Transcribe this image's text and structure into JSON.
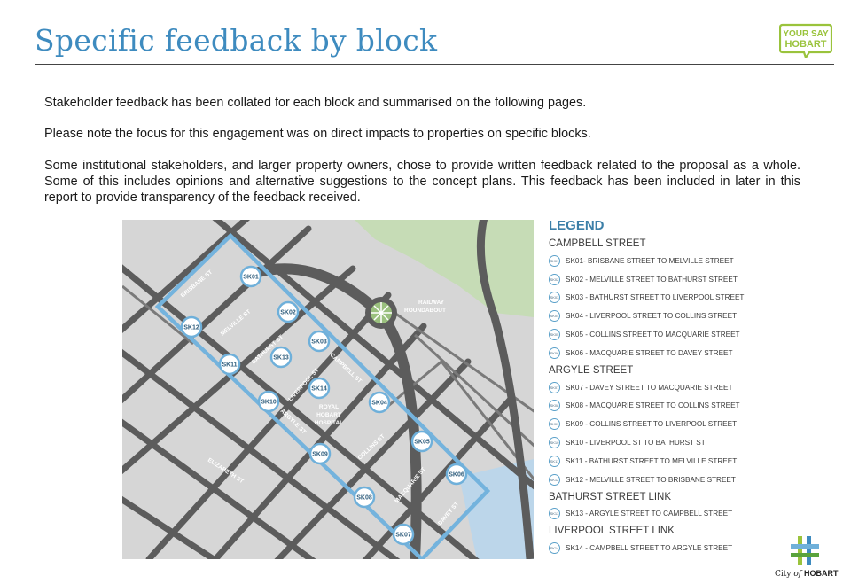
{
  "header": {
    "title": "Specific feedback by block",
    "logo_text_line1": "YOUR SAY",
    "logo_text_line2": "HOBART"
  },
  "body": {
    "paragraph1": "Stakeholder feedback has been collated for each block and summarised on the following pages.",
    "paragraph2": "Please note the focus for this engagement was on direct impacts to properties on specific blocks.",
    "paragraph3": "Some institutional stakeholders, and larger property owners, chose to provide written feedback related to the proposal as a whole. Some of this includes opinions and alternative suggestions to the concept plans. This feedback has been included in later in this report to provide transparency of the feedback received."
  },
  "map": {
    "labels": {
      "railway": "RAILWAY",
      "roundabout": "ROUNDABOUT",
      "royal": "ROYAL",
      "hobart": "HOBART",
      "hospital": "HOSPITAL",
      "brisbane": "BRISBANE ST",
      "melville": "MELVILLE ST",
      "bathurst": "BATHURST ST",
      "liverpool": "LIVERPOOL ST",
      "campbell": "CAMPBELL ST",
      "argyle": "ARGYLE ST",
      "collins": "COLLINS ST",
      "macquarie": "MACQUARIE ST",
      "davey": "DAVEY ST",
      "elizabeth": "ELIZABETH ST"
    },
    "markers": [
      "SK01",
      "SK02",
      "SK03",
      "SK04",
      "SK05",
      "SK06",
      "SK07",
      "SK08",
      "SK09",
      "SK10",
      "SK11",
      "SK12",
      "SK13",
      "SK14"
    ]
  },
  "legend": {
    "title": "LEGEND",
    "groups": [
      {
        "name": "Campbell Street",
        "items": [
          {
            "code": "SK01",
            "text": "SK01- Brisbane Street to Melville Street"
          },
          {
            "code": "SK02",
            "text": "SK02 - Melville Street to Bathurst Street"
          },
          {
            "code": "SK03",
            "text": "SK03 - Bathurst Street to Liverpool Street"
          },
          {
            "code": "SK04",
            "text": "SK04 - Liverpool Street to Collins Street"
          },
          {
            "code": "SK05",
            "text": "SK05 - Collins Street to Macquarie Street"
          },
          {
            "code": "SK06",
            "text": "SK06 - Macquarie Street to Davey Street"
          }
        ]
      },
      {
        "name": "Argyle Street",
        "items": [
          {
            "code": "SK07",
            "text": "SK07 - Davey Street to Macquarie Street"
          },
          {
            "code": "SK08",
            "text": "SK08 - Macquarie Street to Collins Street"
          },
          {
            "code": "SK09",
            "text": "SK09 - Collins Street to Liverpool Street"
          },
          {
            "code": "SK10",
            "text": "SK10 - Liverpool St to Bathurst St"
          },
          {
            "code": "SK11",
            "text": "SK11 - Bathurst Street to Melville Street"
          },
          {
            "code": "SK12",
            "text": "SK12 - Melville Street to Brisbane Street"
          }
        ]
      },
      {
        "name": "Bathurst Street Link",
        "items": [
          {
            "code": "SK13",
            "text": "SK13 - Argyle Street to Campbell Street"
          }
        ]
      },
      {
        "name": "Liverpool Street Link",
        "items": [
          {
            "code": "SK14",
            "text": "SK14 - Campbell Street to Argyle Street"
          }
        ]
      }
    ]
  },
  "footer": {
    "city_prefix": "City",
    "city_of": "of",
    "city_name": "HOBART"
  },
  "colors": {
    "title": "#3e8bbf",
    "accent": "#6fb0da",
    "logo_green": "#9ac33c"
  }
}
